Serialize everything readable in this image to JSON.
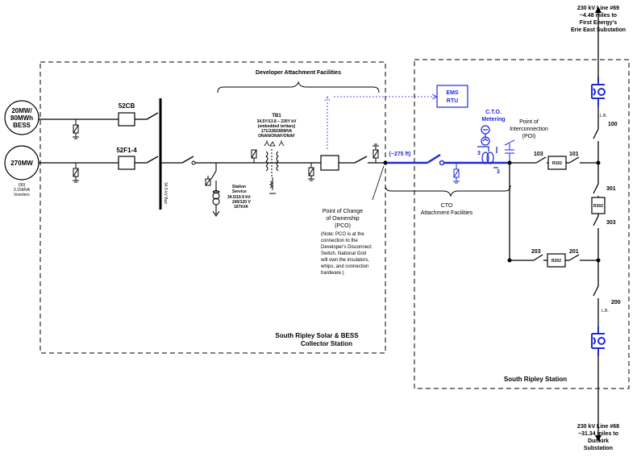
{
  "sources": {
    "bess": {
      "line1": "20MW/",
      "line2": "80MWh",
      "line3": "BESS"
    },
    "solar": {
      "label": "270MW",
      "note1": "(90)",
      "note2": "3.15MVA",
      "note3": "Inverters"
    }
  },
  "breakers": {
    "b52cb": "52CB",
    "b52f1": "52F1-4"
  },
  "bus_label": "34.5 kV Bus",
  "developer_facilities": "Developer Attachment Facilities",
  "transformer": {
    "id": "TB1",
    "line1": "34.5Y/13.8 – 230Y kV",
    "line2": "(embedded tertiary)",
    "line3": "171/228/285MVA",
    "line4": "ONAN/ONAF/ONAF"
  },
  "station_service": {
    "line1": "Station",
    "line2": "Service",
    "line3": "34.5/19.9 kV-",
    "line4": "240/120 V",
    "line5": "167kVA"
  },
  "ems": {
    "line1": "EMS",
    "line2": "RTU"
  },
  "cto_metering": {
    "line1": "C.T.O.",
    "line2": "Metering"
  },
  "poi": {
    "line1": "Point of",
    "line2": "Interconnection",
    "line3": "(POI)"
  },
  "distance": "(~275 ft)",
  "pco": {
    "line1": "Point of Change",
    "line2": "of Ownership",
    "line3": "(PCO)"
  },
  "pco_note": [
    "(Note: PCO is at the",
    "connection to the",
    "Developer's Disconnect",
    "Switch.  National Grid",
    "will own the insulators,",
    "whips, and connection",
    "hardware.)"
  ],
  "cto_facilities": {
    "line1": "CTO",
    "line2": "Attachment Facilities"
  },
  "collector_station": {
    "line1": "South Ripley Solar & BESS",
    "line2": "Collector Station"
  },
  "south_ripley_station": "South Ripley Station",
  "line69": {
    "line1": "230 kV Line #69",
    "line2": "~4.48 miles to",
    "line3": "First Energy's",
    "line4": "Erie East Substation"
  },
  "line68": {
    "line1": "230 kV Line #68",
    "line2": "~31.34 miles to",
    "line3": "Dunkirk",
    "line4": "Substation"
  },
  "switch_numbers": {
    "s100": "100",
    "s101": "101",
    "s103": "103",
    "s301": "301",
    "s303": "303",
    "s203": "203",
    "s201": "201",
    "s200": "200",
    "lb_top": "L.B.",
    "lb_bottom": "L.B."
  },
  "breaker_ids": {
    "r102": "R102",
    "r302": "R302",
    "r202": "R202"
  },
  "ct_numbers": {
    "ct_left": "3",
    "ct_right": "3"
  },
  "colors": {
    "blue": "#1f2ad8",
    "black": "#000000"
  }
}
